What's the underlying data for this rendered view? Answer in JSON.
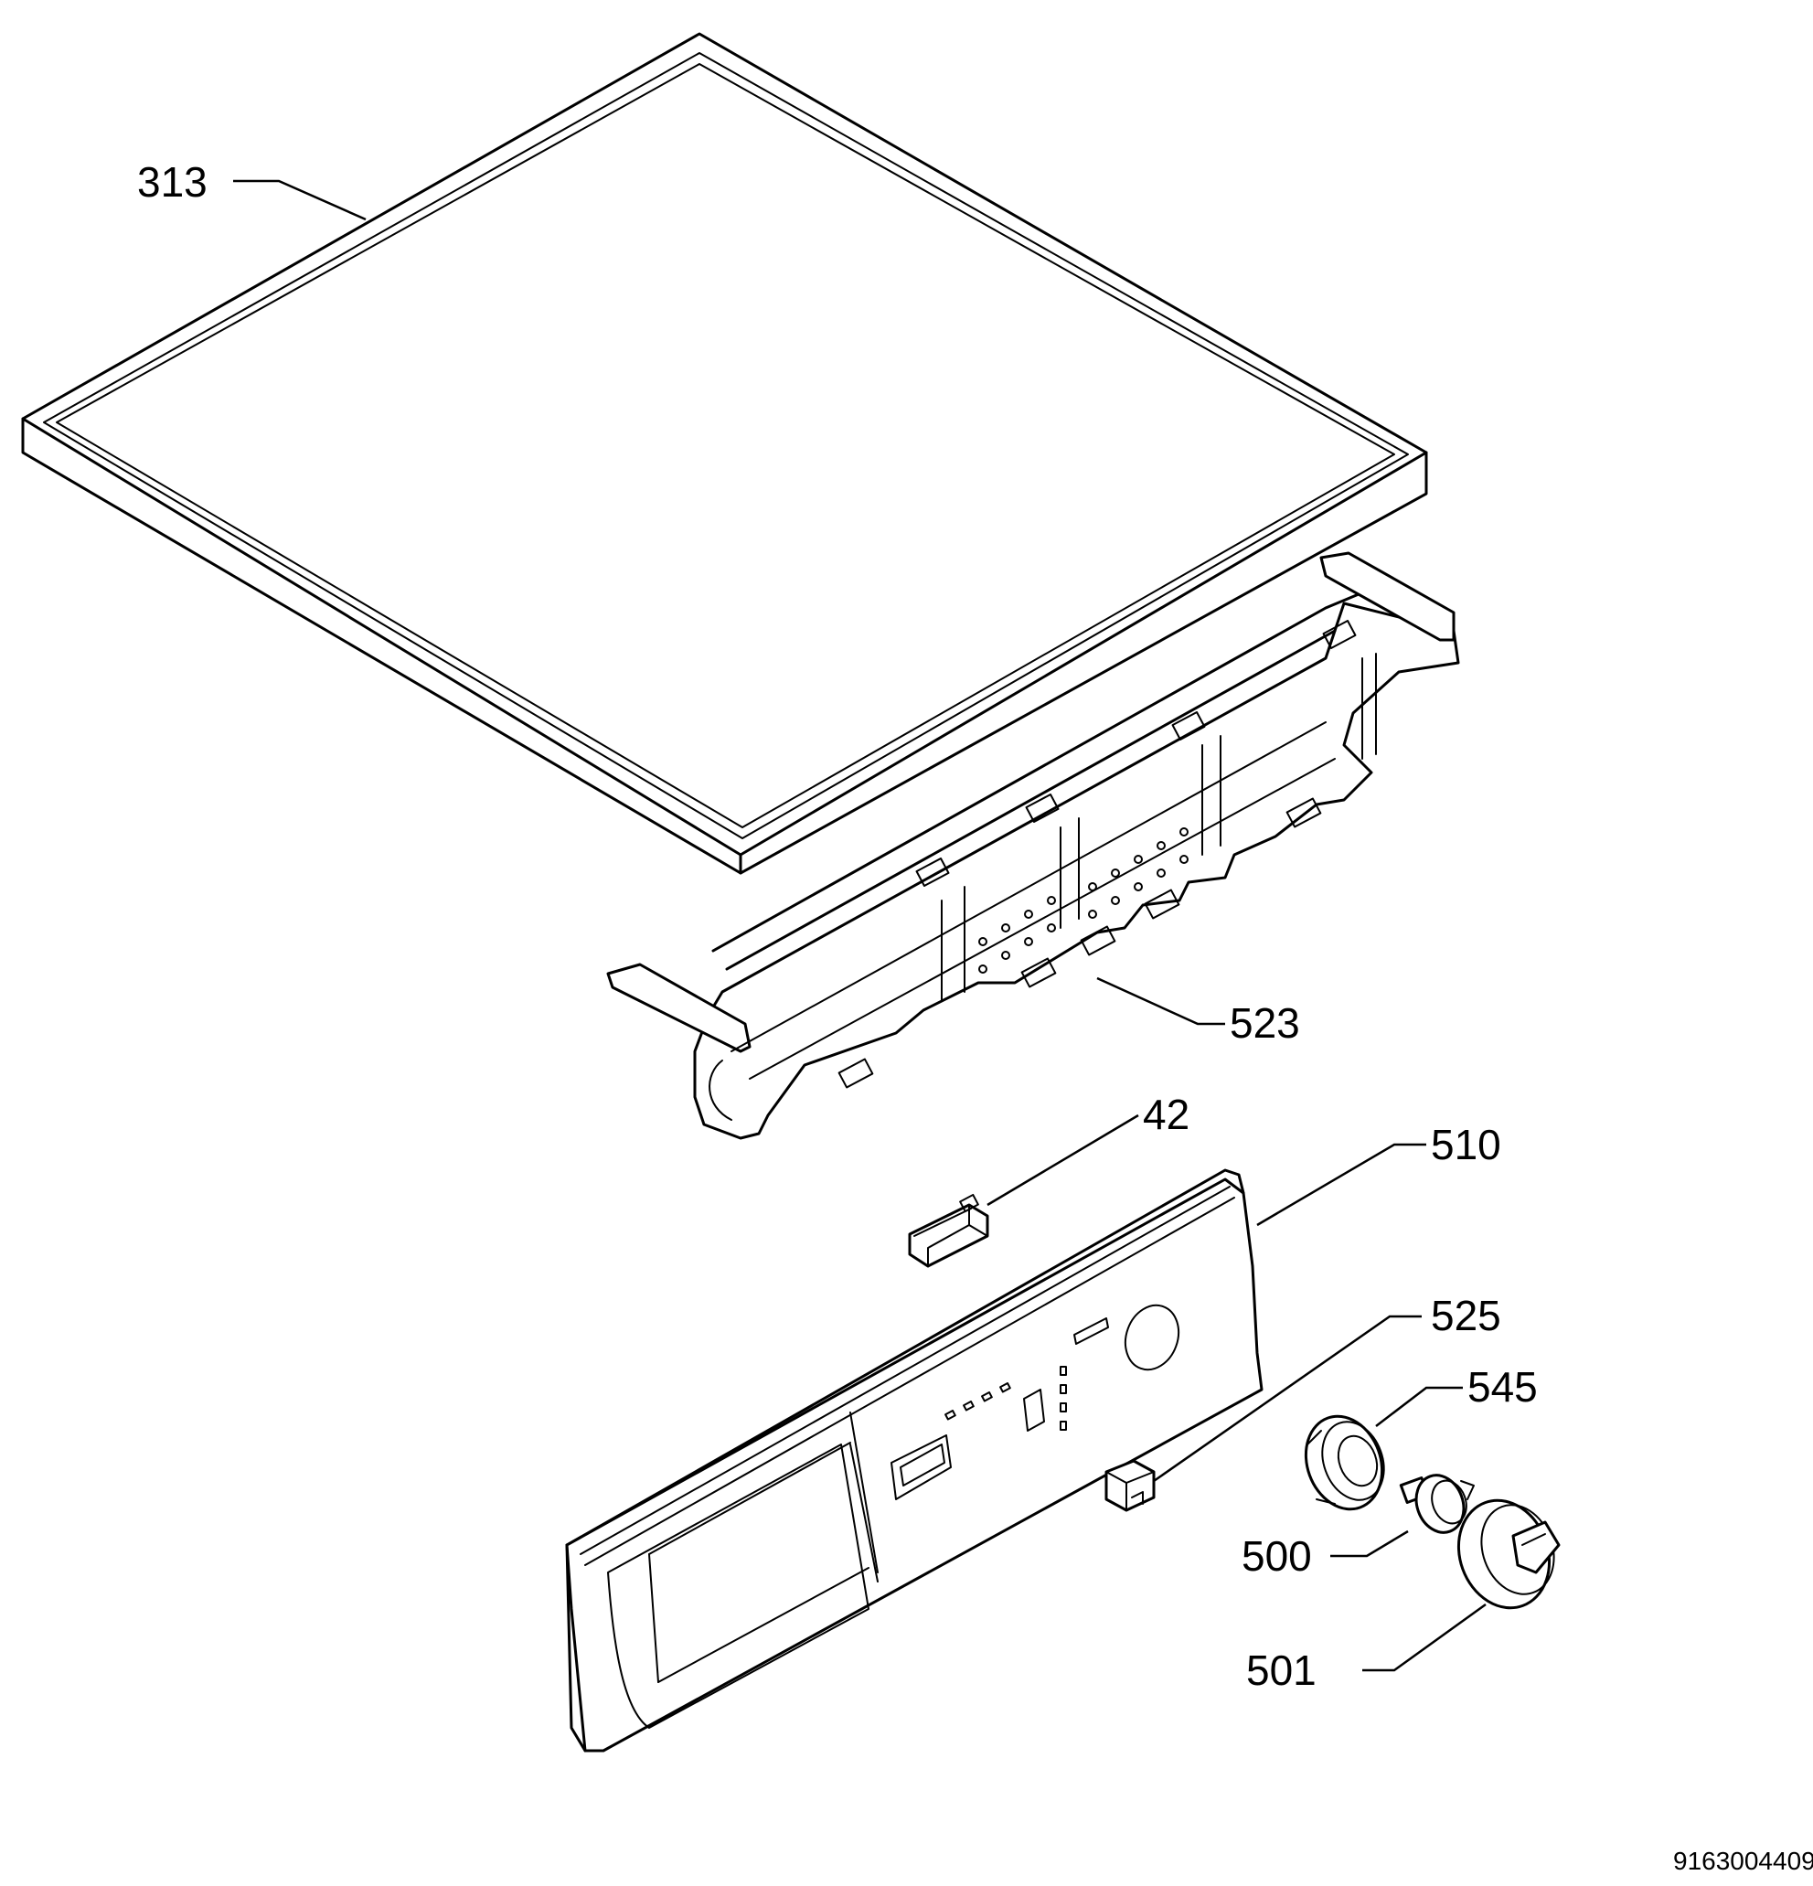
{
  "callouts": [
    {
      "id": "313",
      "label": "313"
    },
    {
      "id": "523",
      "label": "523"
    },
    {
      "id": "42",
      "label": "42"
    },
    {
      "id": "510",
      "label": "510"
    },
    {
      "id": "525",
      "label": "525"
    },
    {
      "id": "545",
      "label": "545"
    },
    {
      "id": "500",
      "label": "500"
    },
    {
      "id": "501",
      "label": "501"
    }
  ],
  "drawing_number": "9163004409"
}
